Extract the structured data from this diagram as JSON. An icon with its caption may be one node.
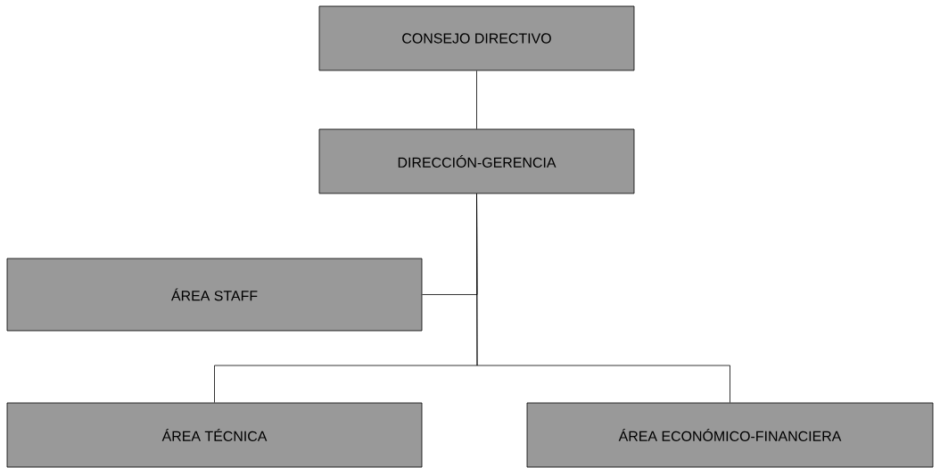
{
  "diagram": {
    "nodes": [
      {
        "text": [
          "CONSEJO DIRECTIVO"
        ]
      },
      {
        "text": [
          "DIRECCIÓN-GERENCIA"
        ]
      },
      {
        "text": [
          "ÁREA STAFF"
        ]
      },
      {
        "text": [
          "ÁREA TÉCNICA"
        ]
      },
      {
        "text": [
          "ÁREA ECONÓMICO-FINANCIERA"
        ]
      }
    ],
    "edges": [
      {
        "from": 0,
        "to": 1,
        "arrow": "none"
      },
      {
        "from": 1,
        "to": 2,
        "arrow": "none"
      },
      {
        "from": 1,
        "to": 3,
        "arrow": "none"
      },
      {
        "from": 1,
        "to": 4,
        "arrow": "none"
      }
    ]
  }
}
